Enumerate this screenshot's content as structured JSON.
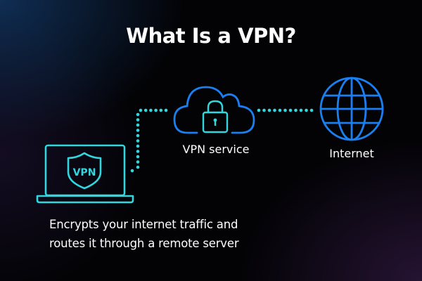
{
  "title": "What Is a VPN?",
  "nodes": {
    "device": {
      "badge": "VPN",
      "icon": "laptop-shield-icon"
    },
    "service": {
      "label": "VPN service",
      "icon": "cloud-lock-icon"
    },
    "internet": {
      "label": "Internet",
      "icon": "globe-icon"
    }
  },
  "caption": {
    "line1": "Encrypts your internet traffic and",
    "line2": "routes it through a remote server"
  },
  "colors": {
    "cyan": "#33d6dc",
    "blue": "#1a7ff0",
    "background": "#030306"
  }
}
